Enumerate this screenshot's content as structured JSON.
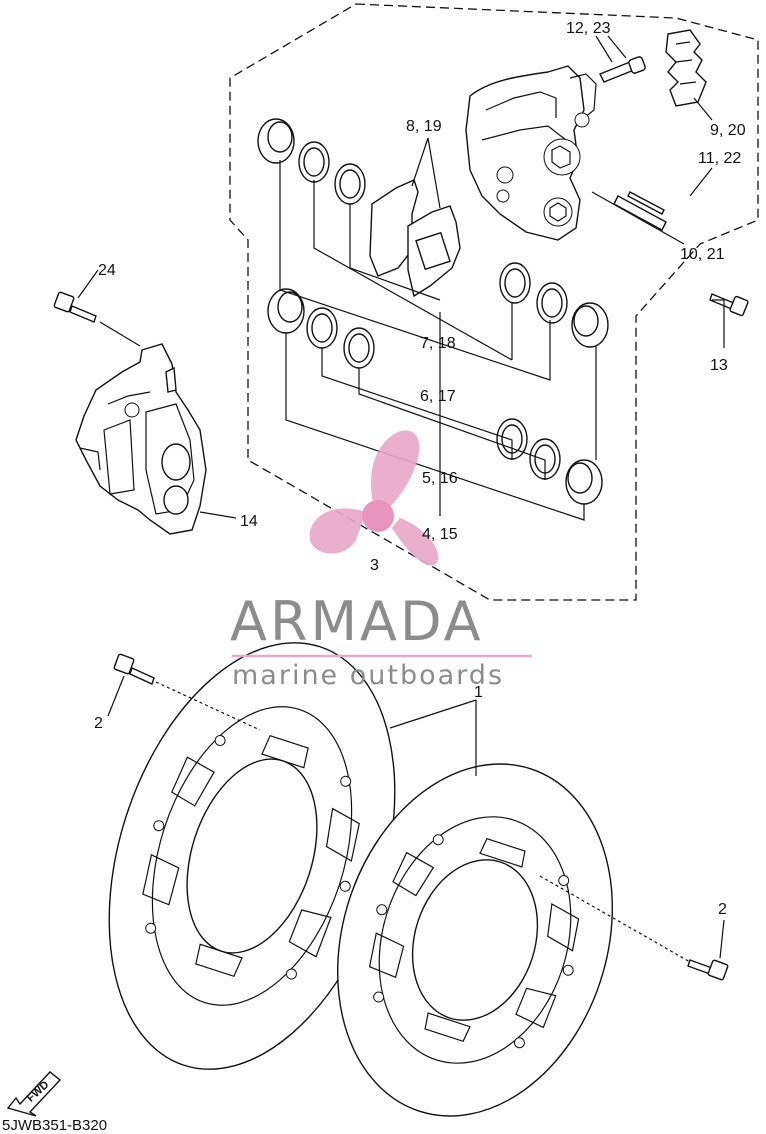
{
  "labels": {
    "l_12_23": "12, 23",
    "l_9_20": "9, 20",
    "l_8_19": "8, 19",
    "l_11_22": "11, 22",
    "l_10_21": "10, 21",
    "l_24": "24",
    "l_13": "13",
    "l_7_18": "7, 18",
    "l_6_17": "6, 17",
    "l_5_16": "5, 16",
    "l_4_15": "4, 15",
    "l_3": "3",
    "l_14": "14",
    "l_1": "1",
    "l_2_left": "2",
    "l_2_right": "2"
  },
  "watermark": {
    "brand": "ARMADA",
    "tagline": "marine outboards",
    "brand_color": "#8c8c8c",
    "accent_color": "#e9a7c9"
  },
  "fwd_badge": "FWD",
  "diagram_code": "5JWB351-B320"
}
